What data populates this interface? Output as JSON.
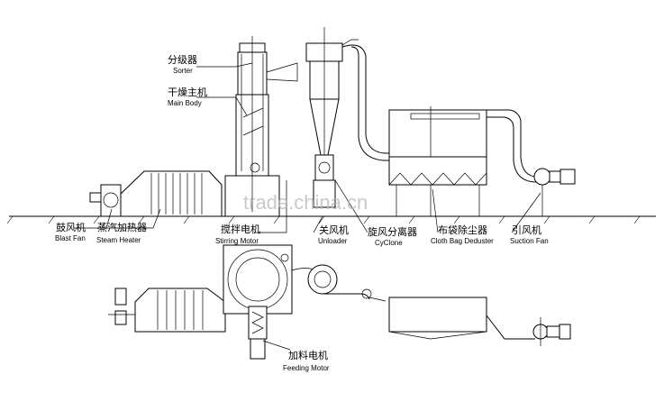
{
  "labels": {
    "sorter": {
      "zh": "分级器",
      "en": "Sorter"
    },
    "main_body": {
      "zh": "干燥主机",
      "en": "Main Body"
    },
    "blast_fan": {
      "zh": "鼓风机",
      "en": "Blast Fan"
    },
    "steam_heater": {
      "zh": "蒸汽加热器",
      "en": "Steam Heater"
    },
    "stirring_motor": {
      "zh": "搅拌电机",
      "en": "Stirring Motor"
    },
    "unloader": {
      "zh": "关风机",
      "en": "Unloader"
    },
    "cyclone": {
      "zh": "旋风分离器",
      "en": "CyClone"
    },
    "cloth_bag": {
      "zh": "布袋除尘器",
      "en": "Cloth Bag Deduster"
    },
    "suction_fan": {
      "zh": "引风机",
      "en": "Suction Fan"
    },
    "feeding_motor": {
      "zh": "加料电机",
      "en": "Feeding Motor"
    }
  },
  "watermark": "trade.china.cn",
  "colors": {
    "line": "#000000",
    "background": "#ffffff",
    "watermark": "#b8b8b8"
  }
}
